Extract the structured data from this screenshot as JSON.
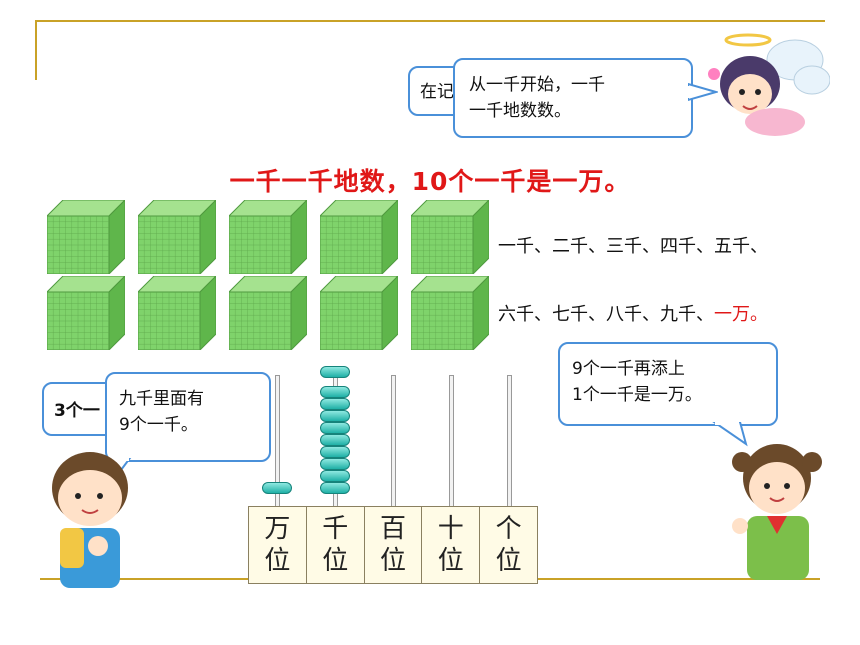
{
  "bubbles": {
    "top_behind": "在记",
    "top_front_line1": "从一千开始，一千",
    "top_front_line2": "一千地数数。",
    "left_behind": "3个一",
    "left_front_line1": "九千里面有",
    "left_front_line2": "9个一千。",
    "right_line1": "9个一千再添上",
    "right_line2": "1个一千是一万。"
  },
  "title": "一千一千地数，10个一千是一万。",
  "counting": {
    "row1": "一千、二千、三千、四千、五千、",
    "row2_black": "六千、七千、八千、九千、",
    "row2_red": "一万。"
  },
  "place_values": [
    {
      "line1": "万",
      "line2": "位",
      "beads": 1
    },
    {
      "line1": "千",
      "line2": "位",
      "beads": 9
    },
    {
      "line1": "百",
      "line2": "位",
      "beads": 0
    },
    {
      "line1": "十",
      "line2": "位",
      "beads": 0
    },
    {
      "line1": "个",
      "line2": "位",
      "beads": 0
    }
  ],
  "colors": {
    "title": "#e01818",
    "bubble_border": "#4a90d9",
    "cube": "#7fd36b",
    "bead": "#1fb0a6"
  }
}
